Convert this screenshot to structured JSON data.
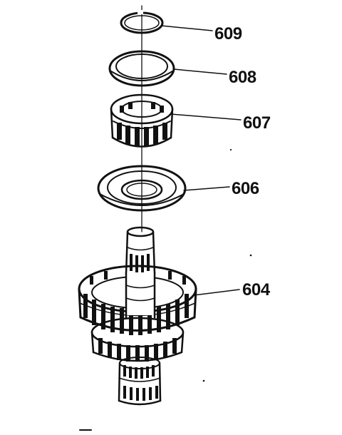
{
  "diagram": {
    "callouts": [
      {
        "id": "ring",
        "label": "609"
      },
      {
        "id": "washer",
        "label": "608"
      },
      {
        "id": "bearing",
        "label": "607"
      },
      {
        "id": "race",
        "label": "606"
      },
      {
        "id": "gear",
        "label": "604"
      }
    ]
  },
  "colors": {
    "ink": "#111111",
    "paper": "#ffffff"
  }
}
